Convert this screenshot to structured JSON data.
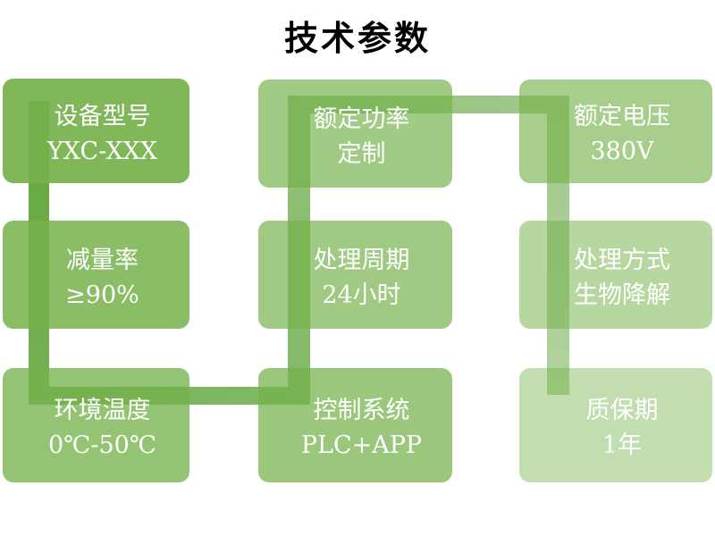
{
  "title": "技术参数",
  "palette": {
    "background": "#FFFFFF",
    "box_base_green": "#75B24B",
    "darkest_box_green": "#7CB354",
    "lightest_box_green": "#C3DDAE",
    "connector_start_green": "#66A83F",
    "connector_end_green": "#B1D29E",
    "box_text_color": "#FFFFFF",
    "title_color": "#000000"
  },
  "diagram": {
    "type": "serpentine-process-grid",
    "flow_order": [
      "设备型号",
      "减量率",
      "环境温度",
      "控制系统",
      "处理周期",
      "额定功率",
      "额定电压",
      "处理方式",
      "质保期"
    ],
    "boxes": [
      {
        "label": "设备型号",
        "value": "YXC-XXX"
      },
      {
        "label": "额定功率",
        "value": "定制"
      },
      {
        "label": "额定电压",
        "value": "380V"
      },
      {
        "label": "减量率",
        "value": "≥90%"
      },
      {
        "label": "处理周期",
        "value": "24小时"
      },
      {
        "label": "处理方式",
        "value": "生物降解"
      },
      {
        "label": "环境温度",
        "value": "0℃-50℃"
      },
      {
        "label": "控制系统",
        "value": "PLC+APP"
      },
      {
        "label": "质保期",
        "value": "1年"
      }
    ]
  }
}
